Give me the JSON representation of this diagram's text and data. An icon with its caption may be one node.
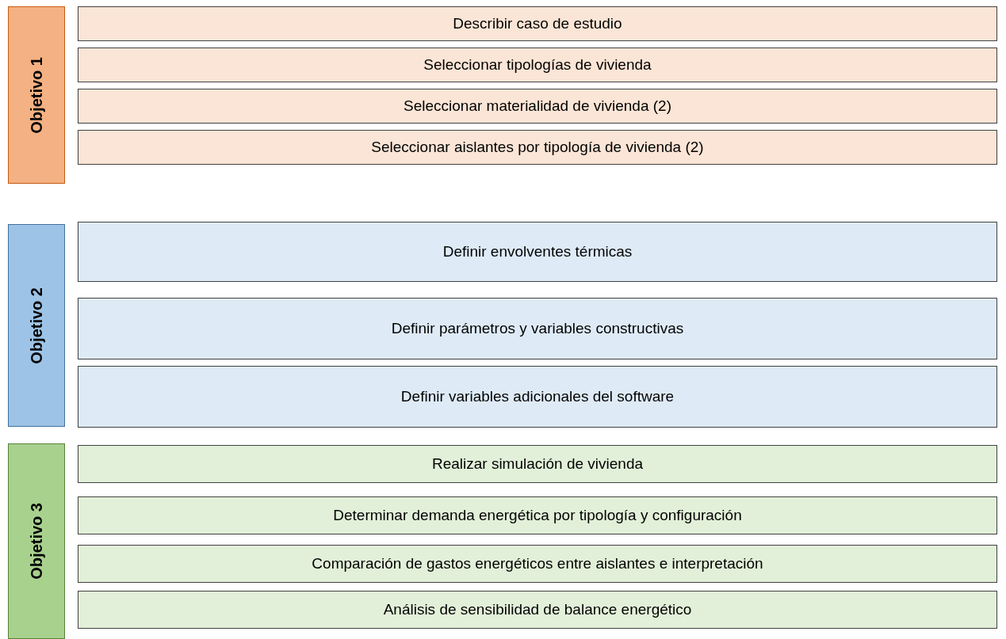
{
  "diagram": {
    "nodes": [
      {
        "text": [
          "Objetivo 1"
        ]
      },
      {
        "text": [
          "Describir caso de estudio"
        ]
      },
      {
        "text": [
          "Seleccionar tipologías de vivienda"
        ]
      },
      {
        "text": [
          "Seleccionar materialidad de vivienda (2)"
        ]
      },
      {
        "text": [
          "Seleccionar aislantes por tipología de vivienda (2)"
        ]
      },
      {
        "text": [
          "Objetivo 2"
        ]
      },
      {
        "text": [
          "Definir envolventes térmicas"
        ]
      },
      {
        "text": [
          "Definir parámetros y variables constructivas"
        ]
      },
      {
        "text": [
          "Definir variables adicionales del software"
        ]
      },
      {
        "text": [
          "Objetivo 3"
        ]
      },
      {
        "text": [
          "Realizar simulación de vivienda"
        ]
      },
      {
        "text": [
          "Determinar demanda energética por tipología y configuración"
        ]
      },
      {
        "text": [
          "Comparación de gastos energéticos entre aislantes e interpretación"
        ]
      },
      {
        "text": [
          "Análisis de sensibilidad de balance energético"
        ]
      }
    ]
  }
}
